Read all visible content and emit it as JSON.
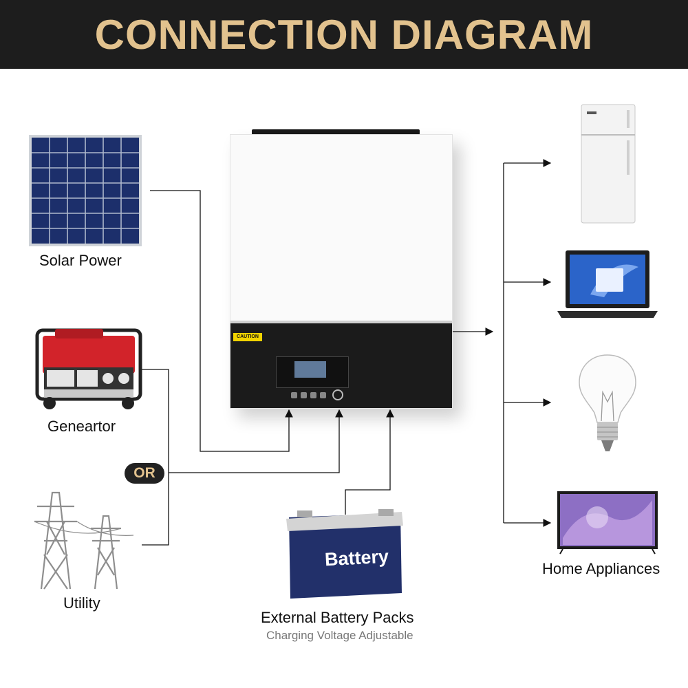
{
  "header": {
    "title": "CONNECTION DIAGRAM"
  },
  "sources": {
    "solar_label": "Solar Power",
    "generator_label": "Geneartor",
    "utility_label": "Utility",
    "or_label": "OR"
  },
  "inverter": {
    "caution_label": "CAUTION"
  },
  "battery": {
    "label": "Battery",
    "title": "External Battery Packs",
    "subtitle": "Charging Voltage Adjustable"
  },
  "outputs": {
    "label": "Home Appliances"
  },
  "colors": {
    "banner_bg": "#1d1d1d",
    "banner_text": "#e2c28e",
    "line": "#111111"
  },
  "icons": [
    "solar-panel-icon",
    "generator-icon",
    "power-tower-icon",
    "inverter-icon",
    "battery-icon",
    "refrigerator-icon",
    "laptop-icon",
    "light-bulb-icon",
    "television-icon"
  ]
}
